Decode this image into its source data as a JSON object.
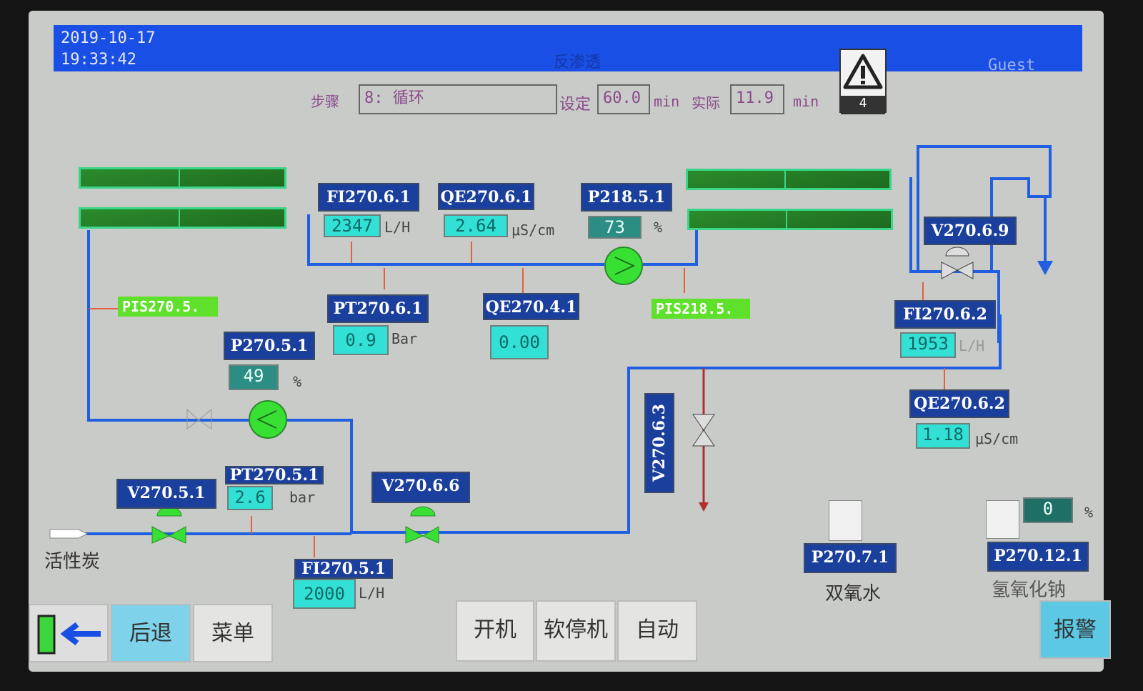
{
  "header": {
    "date": "2019-10-17",
    "time": "19:33:42",
    "title": "反渗透",
    "user": "Guest",
    "alarm_count": "4"
  },
  "step": {
    "label": "步骤",
    "value": "8: 循环",
    "set_label": "设定",
    "set_value": "60.0",
    "set_unit": "min",
    "actual_label": "实际",
    "actual_value": "11.9",
    "actual_unit": "min"
  },
  "instruments": {
    "fi2701": {
      "tag": "FI270.6.1",
      "value": "2347",
      "unit": "L/H"
    },
    "qe2761": {
      "tag": "QE270.6.1",
      "value": "2.64",
      "unit": "μS/cm"
    },
    "p2185": {
      "tag": "P218.5.1",
      "value": "73",
      "unit": "%"
    },
    "pt2761": {
      "tag": "PT270.6.1",
      "value": "0.9",
      "unit": "Bar"
    },
    "qe2741": {
      "tag": "QE270.4.1",
      "value": "0.00"
    },
    "p2751": {
      "tag": "P270.5.1",
      "value": "49",
      "unit": "%"
    },
    "pis2705": {
      "tag": "PIS270.5."
    },
    "pis2185": {
      "tag": "PIS218.5."
    },
    "v2769": {
      "tag": "V270.6.9"
    },
    "fi2762": {
      "tag": "FI270.6.2",
      "value": "1953",
      "unit": "L/H"
    },
    "qe2762": {
      "tag": "QE270.6.2",
      "value": "1.18",
      "unit": "μS/cm"
    },
    "v2763": {
      "tag": "V270.6.3"
    },
    "pt2751": {
      "tag": "PT270.5.1",
      "value": "2.6",
      "unit": "bar"
    },
    "v2751": {
      "tag": "V270.5.1"
    },
    "v2766": {
      "tag": "V270.6.6"
    },
    "fi2751": {
      "tag": "FI270.5.1",
      "value": "2000",
      "unit": "L/H"
    },
    "p2771": {
      "tag": "P270.7.1",
      "name": "双氧水"
    },
    "p27121": {
      "tag": "P270.12.1",
      "name": "氢氧化钠",
      "value": "0",
      "unit": "%"
    }
  },
  "inlet_label": "活性炭",
  "buttons": {
    "back": "后退",
    "menu": "菜单",
    "start": "开机",
    "soft_stop": "软停机",
    "auto": "自动",
    "alarm": "报警"
  },
  "colors": {
    "header": "#1a4fe6",
    "pipe": "#1f5fe0",
    "tag": "#1b3f9c",
    "value": "#33e0d6",
    "pump": "#39e034"
  }
}
